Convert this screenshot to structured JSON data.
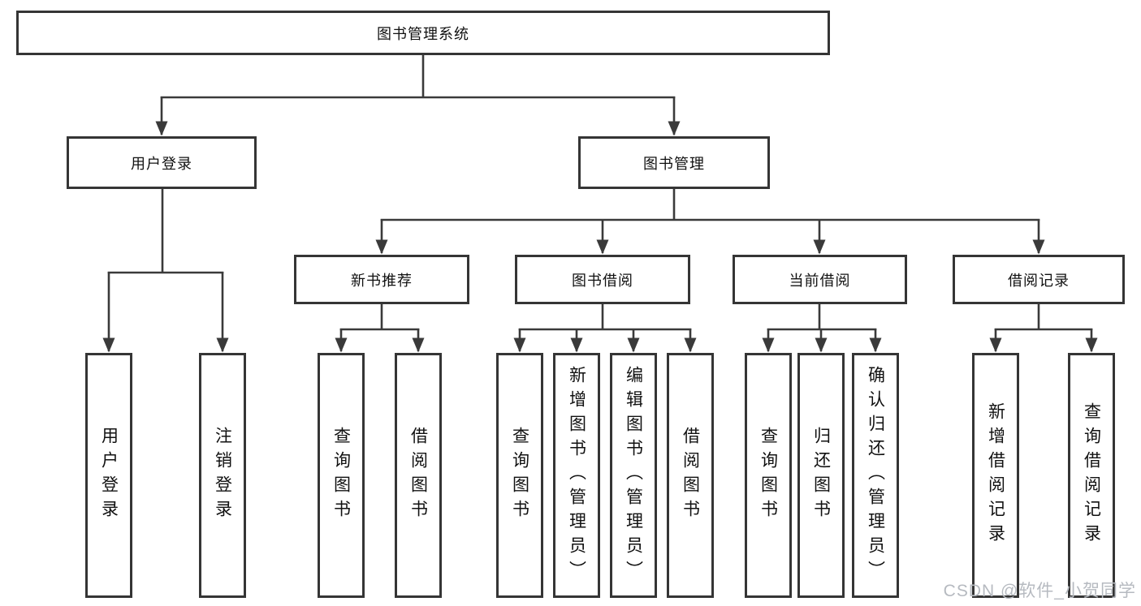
{
  "diagram": {
    "root": {
      "label": "图书管理系统"
    },
    "branches": [
      {
        "label": "用户登录",
        "leaves": [
          {
            "label": "用户登录"
          },
          {
            "label": "注销登录"
          }
        ]
      },
      {
        "label": "图书管理",
        "groups": [
          {
            "label": "新书推荐",
            "leaves": [
              {
                "label": "查询图书"
              },
              {
                "label": "借阅图书"
              }
            ]
          },
          {
            "label": "图书借阅",
            "leaves": [
              {
                "label": "查询图书"
              },
              {
                "label": "新增图书（管理员）"
              },
              {
                "label": "编辑图书（管理员）"
              },
              {
                "label": "借阅图书"
              }
            ]
          },
          {
            "label": "当前借阅",
            "leaves": [
              {
                "label": "查询图书"
              },
              {
                "label": "归还图书"
              },
              {
                "label": "确认归还（管理员）"
              }
            ]
          },
          {
            "label": "借阅记录",
            "leaves": [
              {
                "label": "新增借阅记录"
              },
              {
                "label": "查询借阅记录"
              }
            ]
          }
        ]
      }
    ]
  },
  "watermark": {
    "text": "CSDN @软件_小贺同学"
  },
  "colors": {
    "line": "#3a3a3a",
    "box_border": "#353535",
    "text": "#111111",
    "watermark": "#b6bac0",
    "background": "#ffffff"
  }
}
